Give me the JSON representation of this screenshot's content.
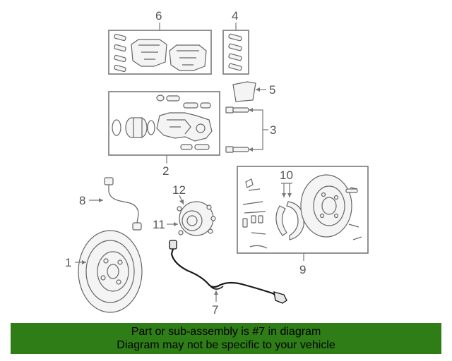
{
  "callouts": {
    "c1": "1",
    "c2": "2",
    "c3": "3",
    "c4": "4",
    "c5": "5",
    "c6": "6",
    "c7": "7",
    "c8": "8",
    "c9": "9",
    "c10": "10",
    "c11": "11",
    "c12": "12"
  },
  "banner": {
    "line1": "Part or sub-assembly is #7 in diagram",
    "line2": "Diagram may not be specific to your vehicle"
  },
  "colors": {
    "banner_bg": "#2f7d17",
    "sensor_wire": "#1a1a1a",
    "line_art": "#666666"
  }
}
